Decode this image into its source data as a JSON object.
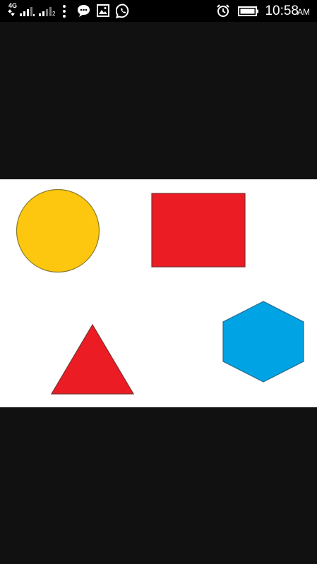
{
  "status_bar": {
    "network_label": "4G",
    "sim2_label": "2",
    "time": "10:58",
    "ampm": "AM",
    "icons": [
      "network-4g-icon",
      "signal-sim1-icon",
      "signal-sim2-icon",
      "overflow-menu-icon",
      "message-notification-icon",
      "gallery-notification-icon",
      "whatsapp-notification-icon",
      "alarm-icon",
      "battery-icon"
    ]
  },
  "image": {
    "shapes": [
      {
        "name": "circle",
        "color": "#fdc70f"
      },
      {
        "name": "rectangle",
        "color": "#ec1c24"
      },
      {
        "name": "hexagon",
        "color": "#00a3e4"
      },
      {
        "name": "triangle",
        "color": "#ec1c24"
      }
    ]
  }
}
